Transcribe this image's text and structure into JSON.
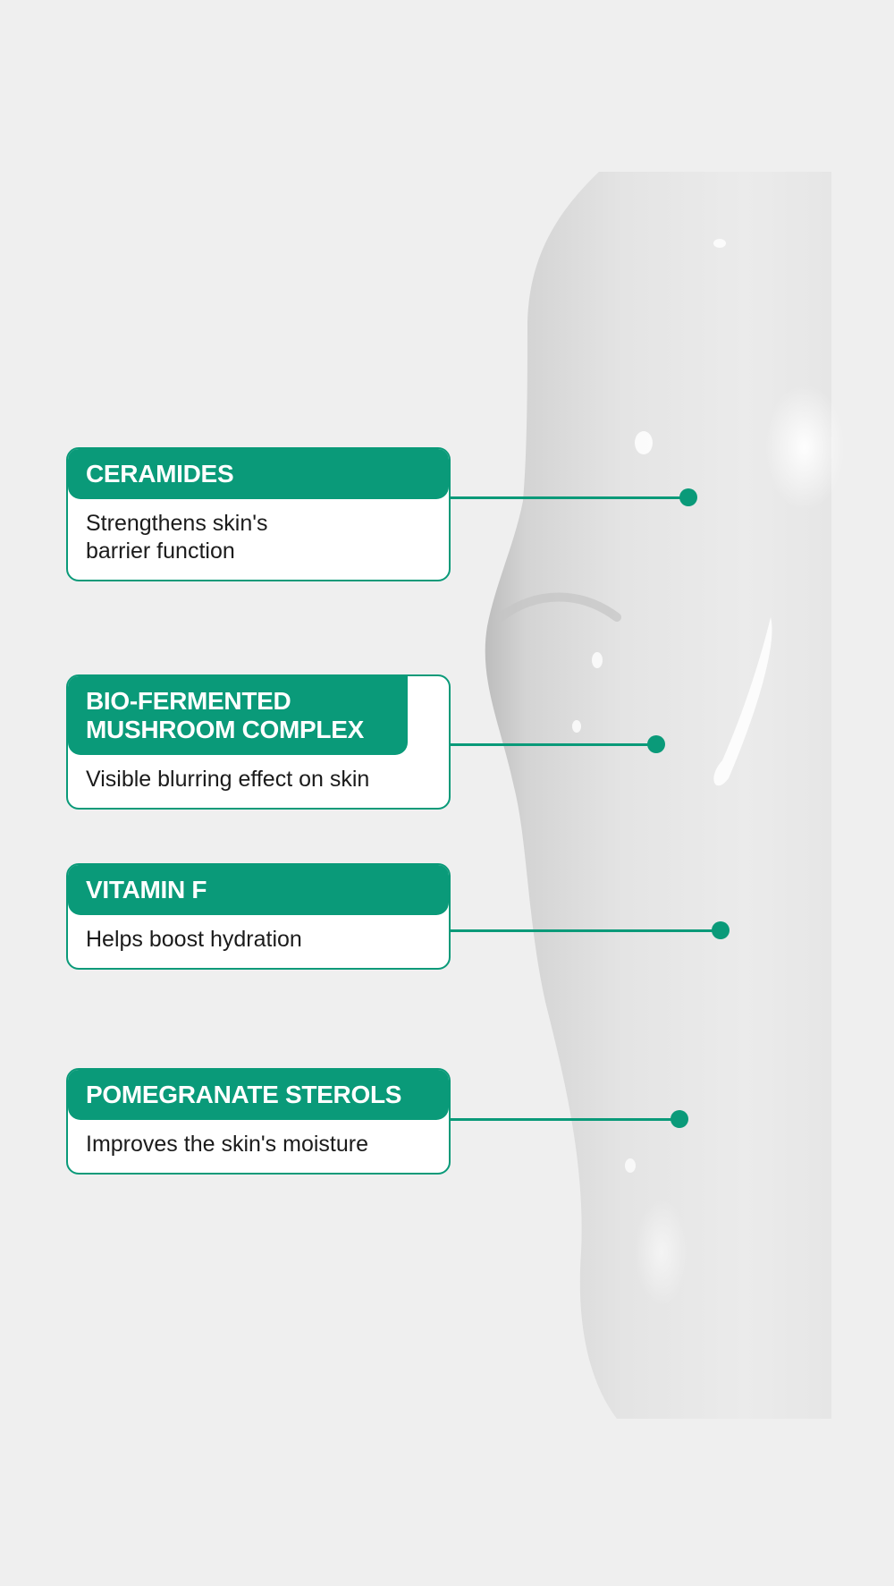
{
  "colors": {
    "accent": "#0a9a79",
    "background": "#efefef",
    "card_bg": "#ffffff",
    "body_text": "#1b1b1b"
  },
  "ingredients": [
    {
      "title": "CERAMIDES",
      "description": "Strengthens skin's barrier function"
    },
    {
      "title": "BIO-FERMENTED MUSHROOM COMPLEX",
      "description": "Visible blurring effect on skin"
    },
    {
      "title": "VITAMIN F",
      "description": "Helps boost hydration"
    },
    {
      "title": "POMEGRANATE STEROLS",
      "description": "Improves the skin's moisture"
    }
  ]
}
